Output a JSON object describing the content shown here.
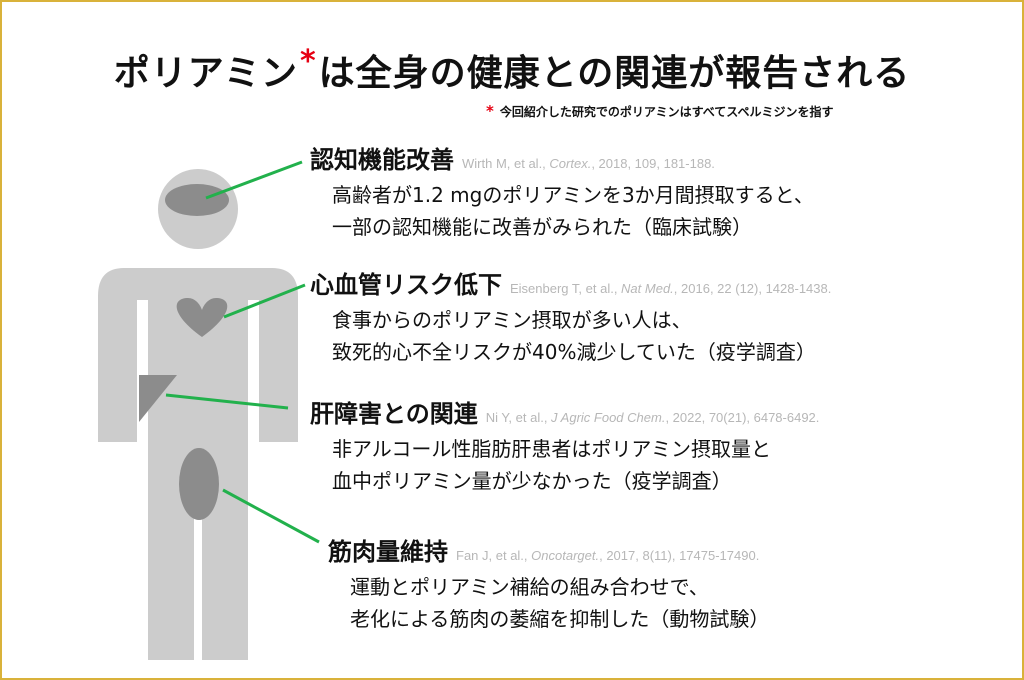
{
  "title": {
    "main": "ポリアミン",
    "star": "*",
    "rest": "は全身の健康との関連が報告される"
  },
  "footnote": {
    "star": "*",
    "text": "今回紹介した研究でのポリアミンはすべてスペルミジンを指す"
  },
  "items": [
    {
      "heading": "認知機能改善",
      "ref_authors": "Wirth M, et al., ",
      "ref_journal": "Cortex.",
      "ref_tail": ", 2018, 109, 181-188.",
      "lines": [
        "高齢者が1.2 mgのポリアミンを3か月間摂取すると、",
        "一部の認知機能に改善がみられた（臨床試験）"
      ]
    },
    {
      "heading": "心血管リスク低下",
      "ref_authors": "Eisenberg T, et al., ",
      "ref_journal": "Nat Med.",
      "ref_tail": ", 2016, 22 (12), 1428-1438.",
      "lines": [
        "食事からのポリアミン摂取が多い人は、",
        "致死的心不全リスクが40%減少していた（疫学調査）"
      ]
    },
    {
      "heading": "肝障害との関連",
      "ref_authors": "Ni Y, et al., ",
      "ref_journal": "J Agric Food Chem.",
      "ref_tail": ", 2022, 70(21), 6478-6492.",
      "lines": [
        "非アルコール性脂肪肝患者はポリアミン摂取量と",
        "血中ポリアミン量が少なかった（疫学調査）"
      ]
    },
    {
      "heading": "筋肉量維持",
      "ref_authors": "Fan J, et al., ",
      "ref_journal": "Oncotarget.",
      "ref_tail": ", 2017, 8(11), 17475-17490.",
      "lines": [
        "運動とポリアミン補給の組み合わせで、",
        "老化による筋肉の萎縮を抑制した（動物試験）"
      ]
    }
  ],
  "colors": {
    "body": "#cccccc",
    "organ": "#8c8c8c",
    "connector": "#22b14c",
    "accent_star": "#e60012",
    "frame": "#d9b23a"
  }
}
